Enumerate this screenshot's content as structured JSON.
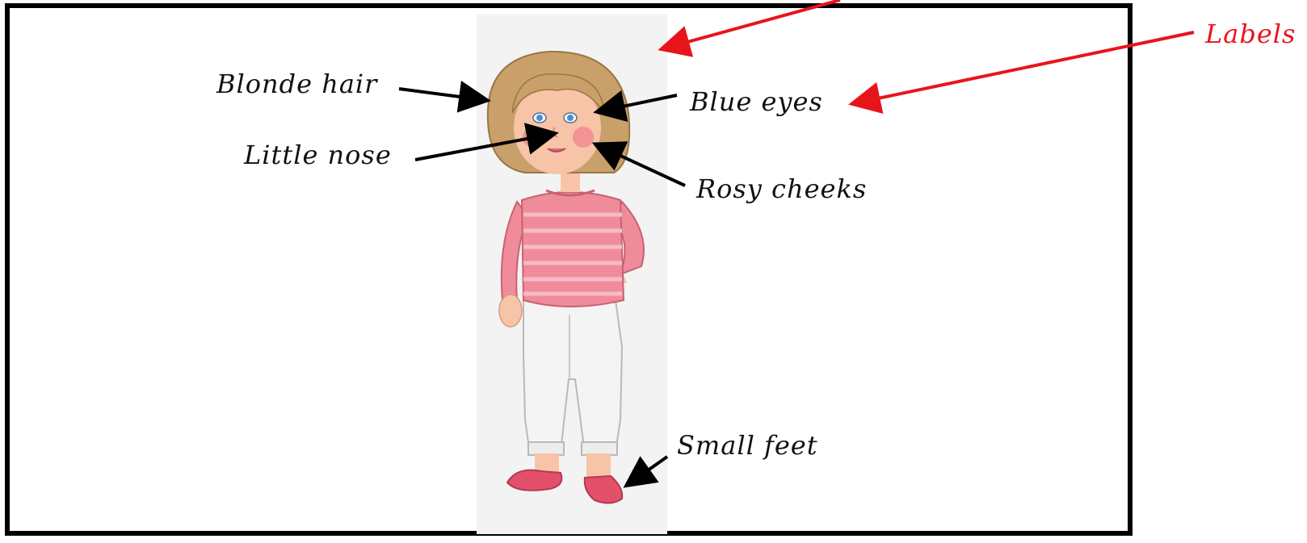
{
  "labels": {
    "blonde_hair": "Blonde hair",
    "blue_eyes": "Blue eyes",
    "little_nose": "Little nose",
    "rosy_cheeks": "Rosy cheeks",
    "small_feet": "Small feet",
    "labels_callout": "Labels"
  },
  "colors": {
    "label_text": "#111111",
    "arrow": "#000000",
    "callout": "#e8141c",
    "hair": "#c9a06a",
    "shirt": "#f08c9a",
    "trousers": "#f4f4f4",
    "shoes": "#e2506a",
    "skin": "#f7c4a8",
    "image_backdrop": "#f3f3f3"
  }
}
